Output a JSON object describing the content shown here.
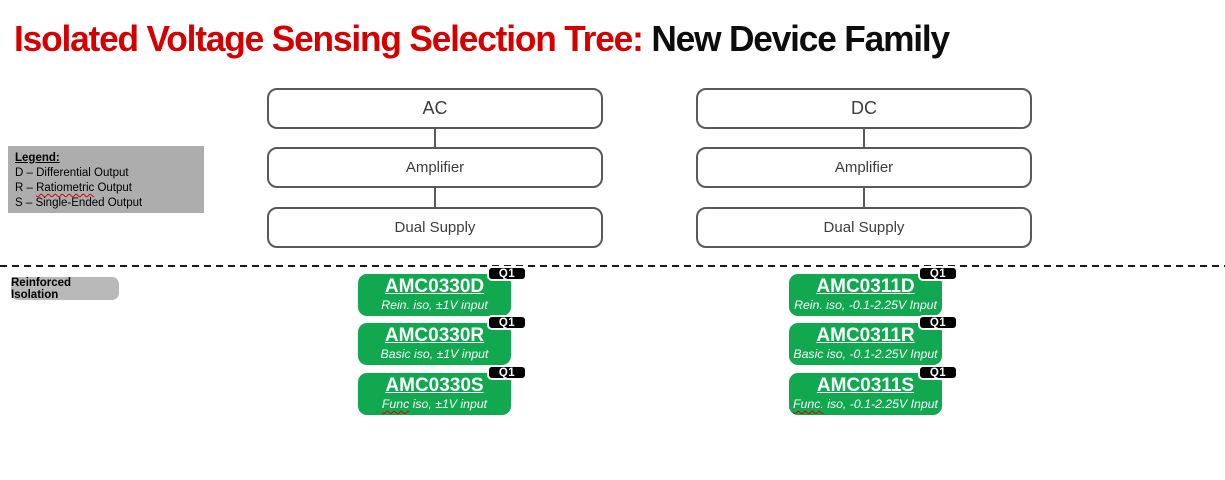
{
  "title": {
    "red": "Isolated Voltage Sensing Selection Tree: ",
    "black": "New Device Family"
  },
  "legend": {
    "heading": "Legend:",
    "items": [
      {
        "pre": "D – Differential Output",
        "wavy": "",
        "post": ""
      },
      {
        "pre": "R – ",
        "wavy": "Ratiometric",
        "post": " Output"
      },
      {
        "pre": "S – Single-Ended Output",
        "wavy": "",
        "post": ""
      }
    ]
  },
  "isolation_label": "Reinforced Isolation",
  "tree": {
    "ac": {
      "levels": [
        "AC",
        "Amplifier",
        "Dual Supply"
      ]
    },
    "dc": {
      "levels": [
        "DC",
        "Amplifier",
        "Dual Supply"
      ]
    }
  },
  "devices": {
    "ac": [
      {
        "name": "AMC0330D",
        "badge": "Q1",
        "wavy": "",
        "subtitle": "Rein. iso, ±1V input"
      },
      {
        "name": "AMC0330R",
        "badge": "Q1",
        "wavy": "",
        "subtitle": "Basic iso, ±1V input"
      },
      {
        "name": "AMC0330S",
        "badge": "Q1",
        "wavy": "Func",
        "subtitle": " iso, ±1V input"
      }
    ],
    "dc": [
      {
        "name": "AMC0311D",
        "badge": "Q1",
        "wavy": "",
        "subtitle": "Rein. iso, -0.1-2.25V Input"
      },
      {
        "name": "AMC0311R",
        "badge": "Q1",
        "wavy": "",
        "subtitle": "Basic iso, -0.1-2.25V Input"
      },
      {
        "name": "AMC0311S",
        "badge": "Q1",
        "wavy": "Func.",
        "subtitle": " iso, -0.1-2.25V Input"
      }
    ]
  },
  "colors": {
    "accent_red": "#d40000",
    "device_green": "#11a850",
    "legend_gray": "#adadad",
    "box_border": "#595959",
    "badge_black": "#000000"
  }
}
